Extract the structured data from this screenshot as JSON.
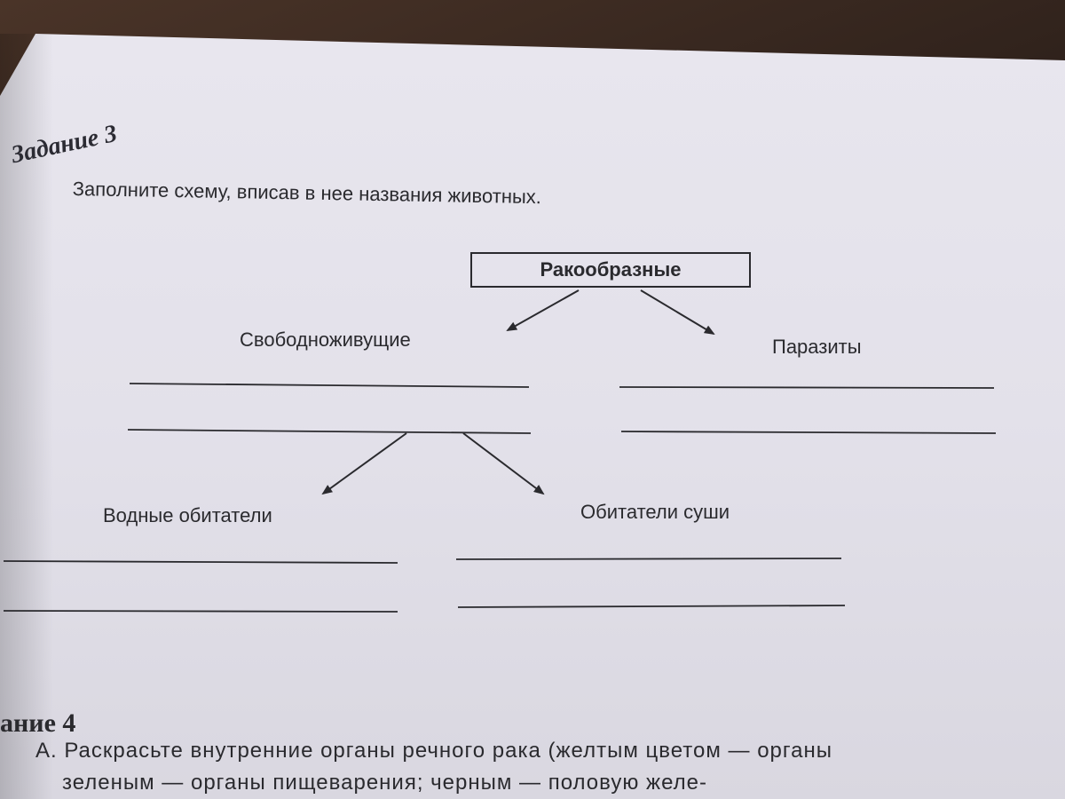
{
  "task": {
    "heading": "Задание 3",
    "instruction": "Заполните схему, вписав в нее названия животных."
  },
  "scheme": {
    "root": "Ракообразные",
    "branches": {
      "free_living": "Свободноживущие",
      "parasites": "Паразиты",
      "aquatic": "Водные обитатели",
      "land": "Обитатели суши"
    }
  },
  "next_task": {
    "heading": "ание 4",
    "line1": "А. Раскрасьте внутренние органы речного рака (желтым цветом — органы",
    "line2": "зеленым — органы пищеварения; черным — половую желе-"
  },
  "colors": {
    "paper": "#e6e4ec",
    "ink": "#2a2a2e"
  }
}
